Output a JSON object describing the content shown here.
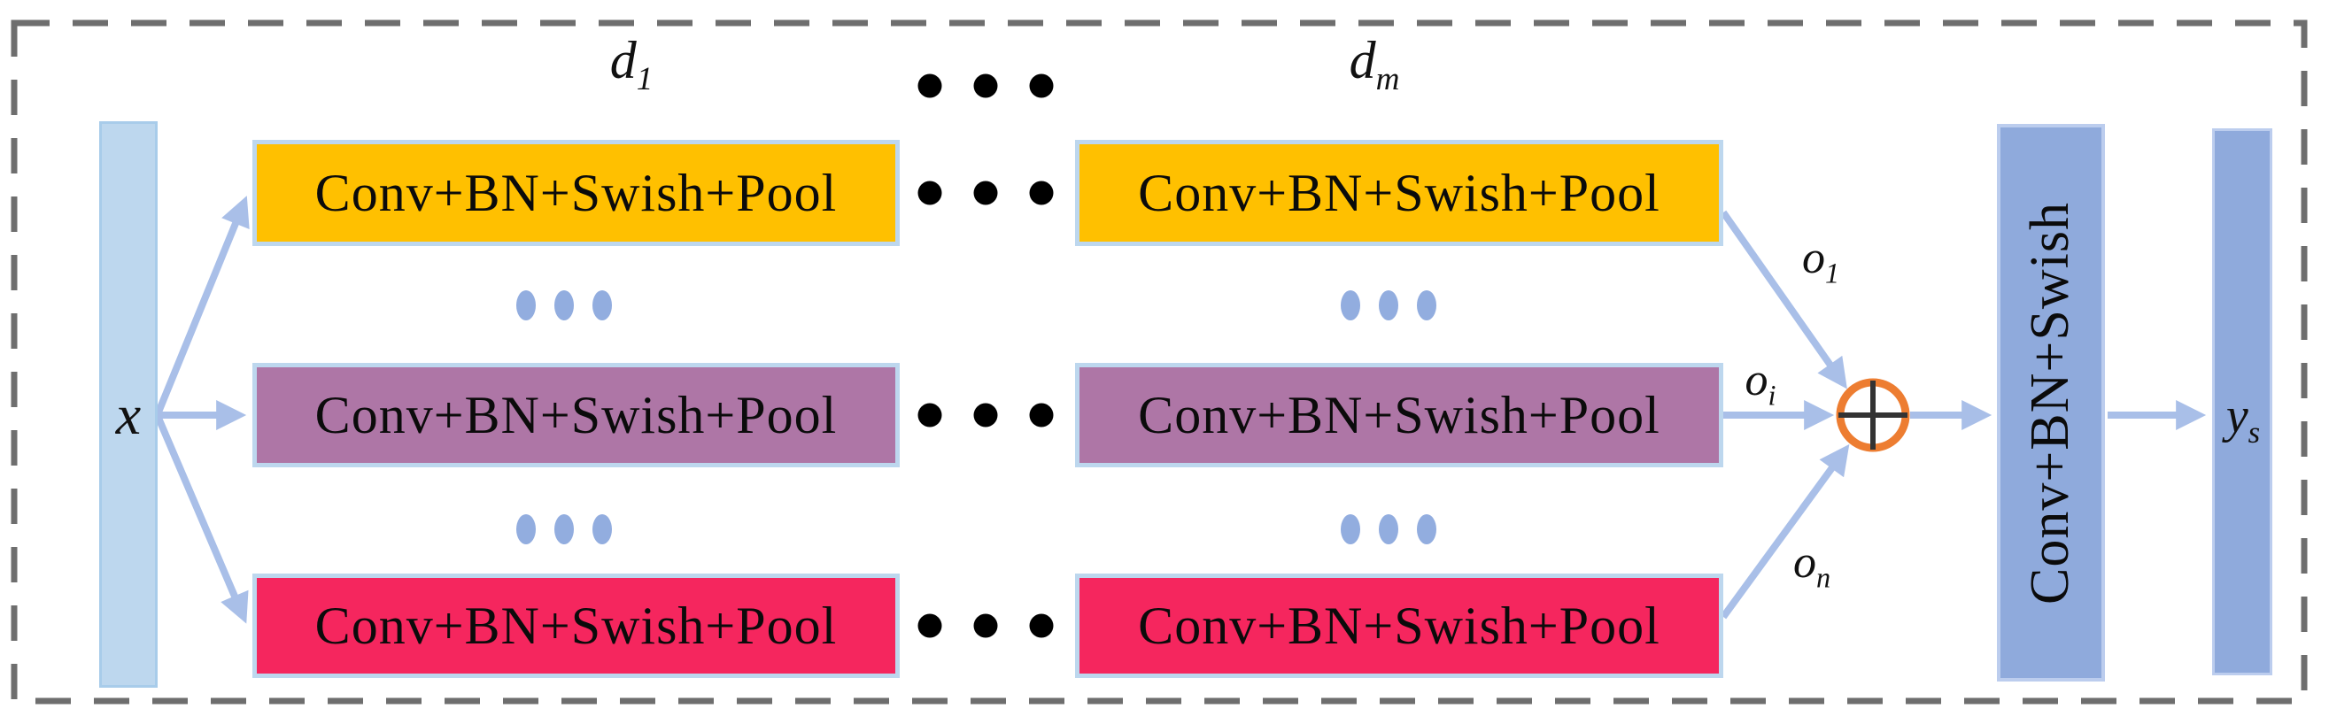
{
  "diagram": {
    "depth_labels": {
      "d1": {
        "base": "d",
        "sub": "1"
      },
      "dm": {
        "base": "d",
        "sub": "m"
      }
    },
    "input": {
      "label": "x"
    },
    "output": {
      "base": "y",
      "sub": "s"
    },
    "branches": [
      {
        "color": "#FFC000",
        "block1": "Conv+BN+Swish+Pool",
        "block2": "Conv+BN+Swish+Pool",
        "output": {
          "base": "o",
          "sub": "1"
        }
      },
      {
        "color": "#AE76A6",
        "block1": "Conv+BN+Swish+Pool",
        "block2": "Conv+BN+Swish+Pool",
        "output": {
          "base": "o",
          "sub": "i"
        }
      },
      {
        "color": "#F5265E",
        "block1": "Conv+BN+Swish+Pool",
        "block2": "Conv+BN+Swish+Pool",
        "output": {
          "base": "o",
          "sub": "n"
        }
      }
    ],
    "fusion_block": {
      "label": "Conv+BN+Swish",
      "color": "#8FAADC"
    },
    "sum_node": {
      "symbol": "⊕",
      "ring_color": "#ED7D31"
    },
    "colors": {
      "arrow": "#A9BFE8",
      "block_border": "#BDD7EE",
      "input_bar": "#BDD7EE",
      "output_bar": "#8FAADC",
      "dashed_border": "#6E6E6E",
      "dots_black": "#000000",
      "dots_blue": "#92ADDF"
    }
  }
}
